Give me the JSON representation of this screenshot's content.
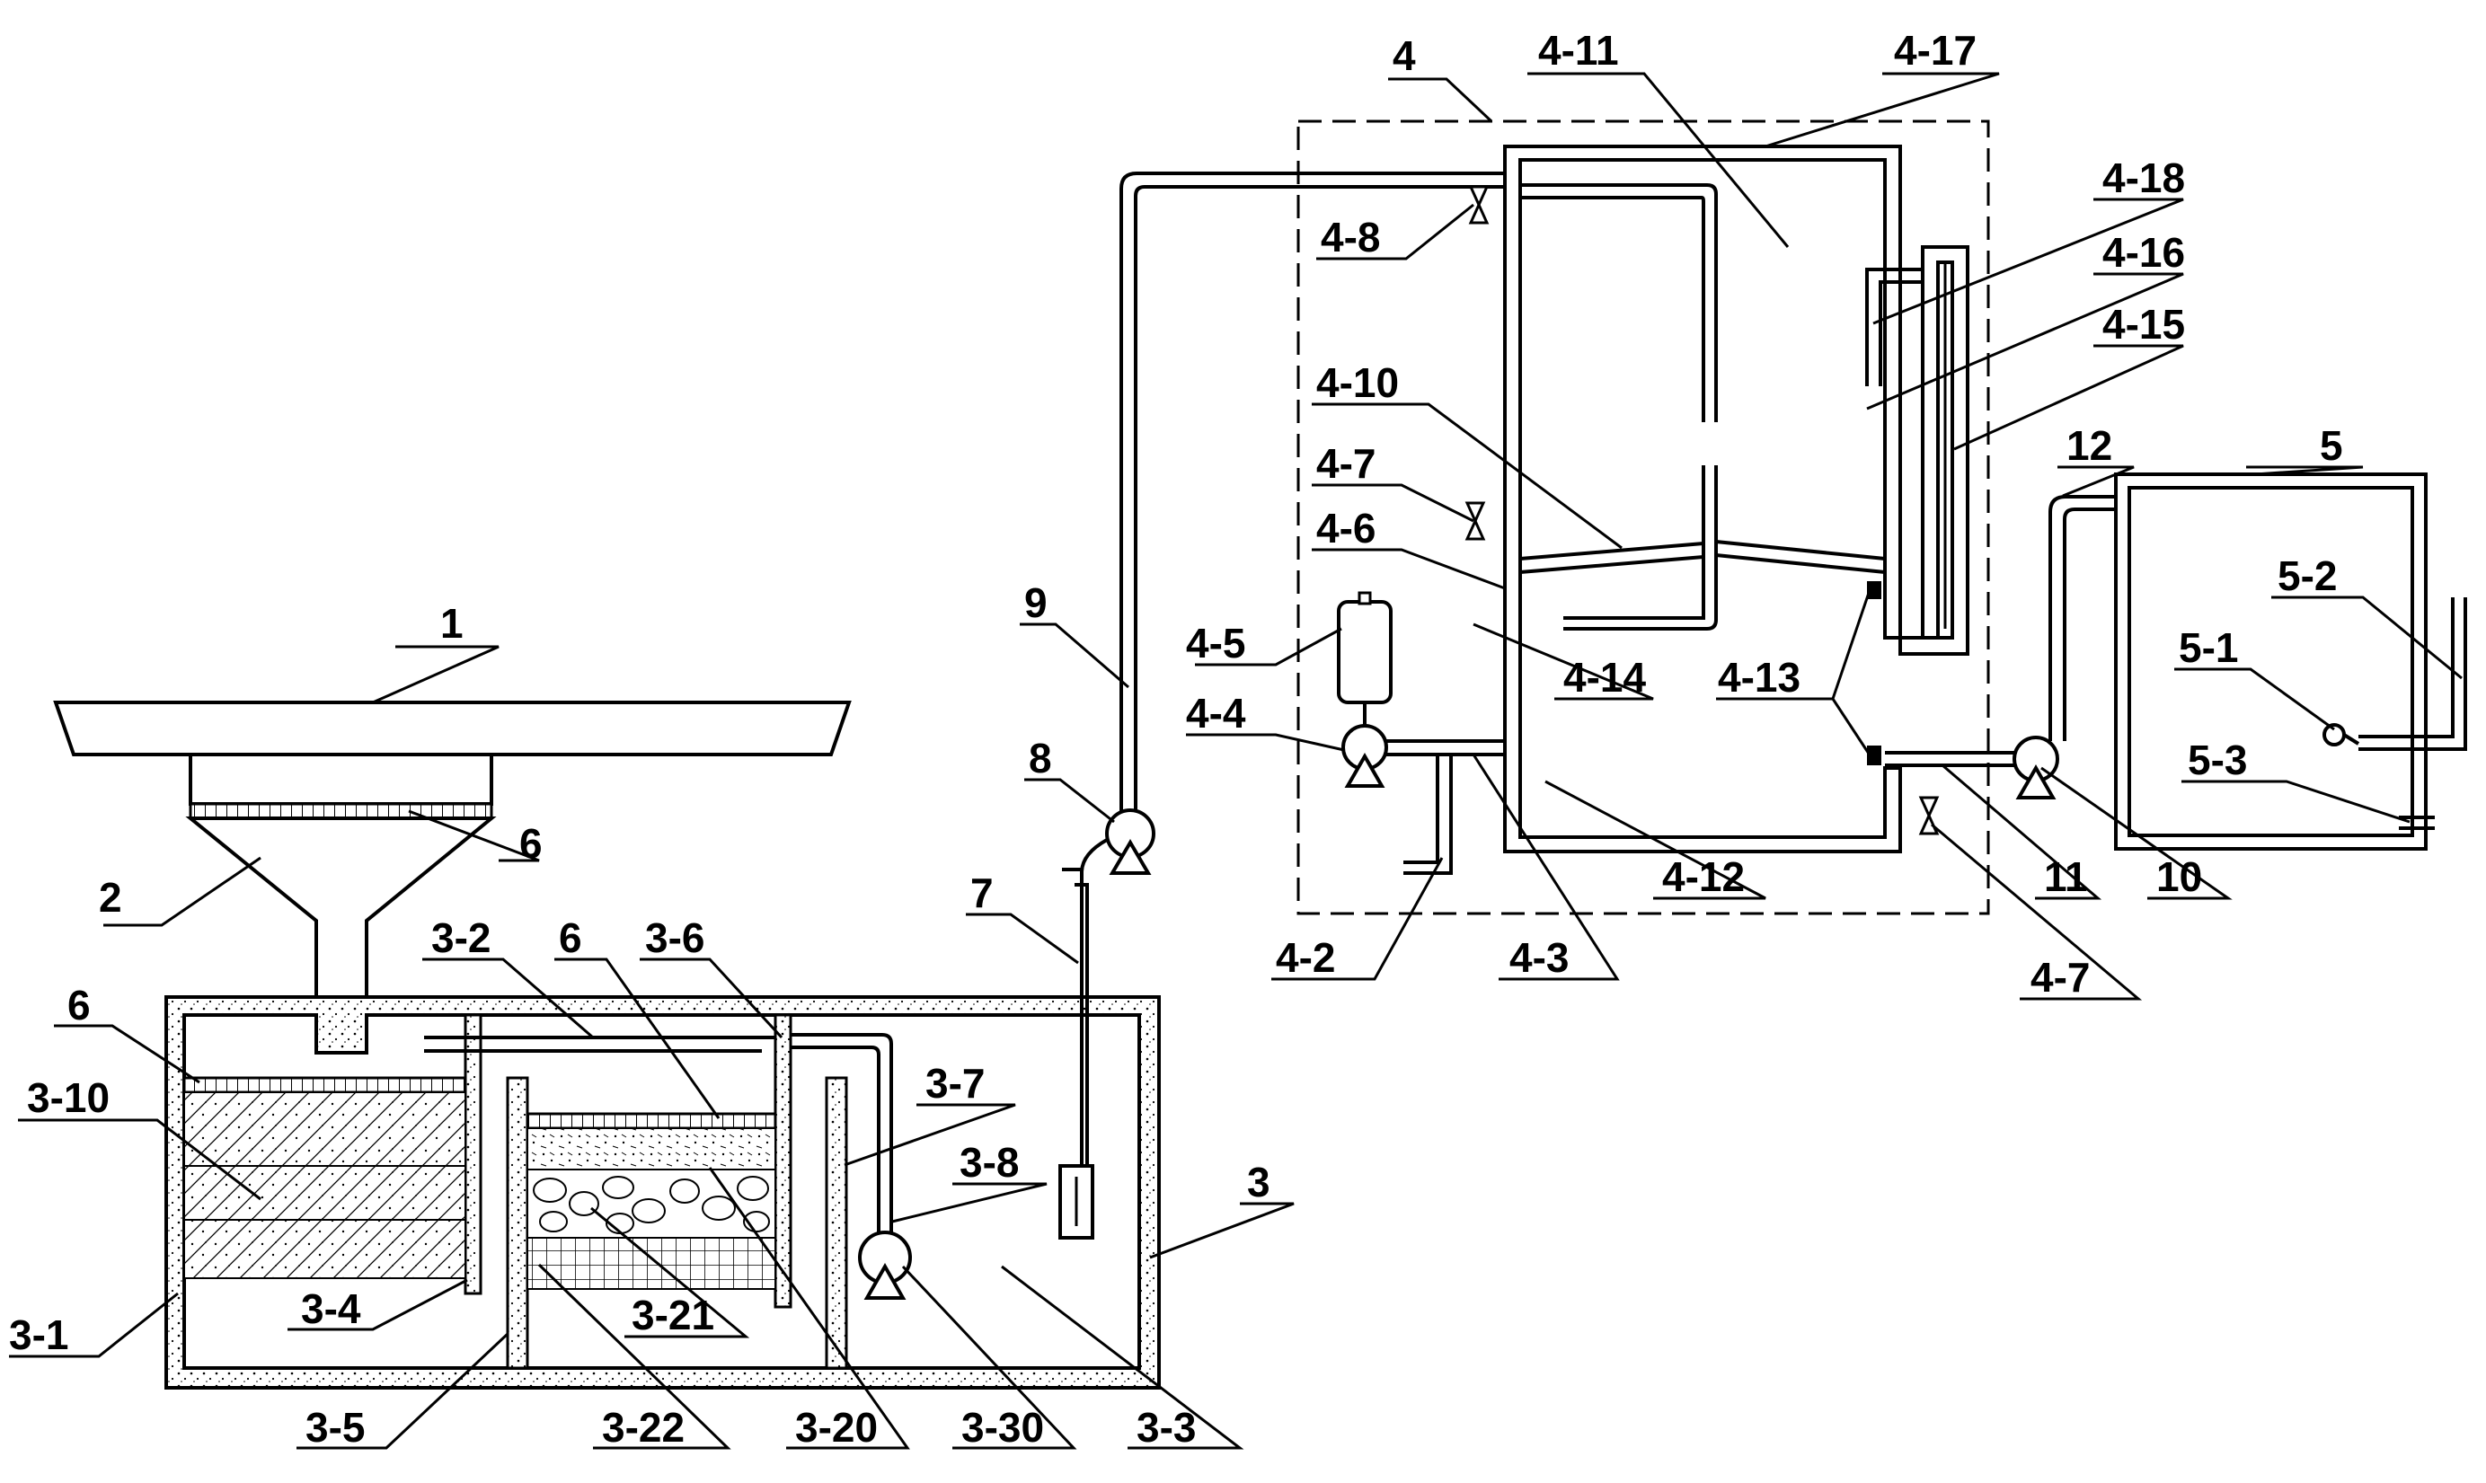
{
  "labels": {
    "l1": "1",
    "l2": "2",
    "l3": "3",
    "l3_1": "3-1",
    "l3_2": "3-2",
    "l3_3": "3-3",
    "l3_4": "3-4",
    "l3_5": "3-5",
    "l3_6": "3-6",
    "l3_7": "3-7",
    "l3_8": "3-8",
    "l3_10": "3-10",
    "l3_20": "3-20",
    "l3_21": "3-21",
    "l3_22": "3-22",
    "l3_30": "3-30",
    "l4": "4",
    "l4_2": "4-2",
    "l4_3": "4-3",
    "l4_4": "4-4",
    "l4_5": "4-5",
    "l4_6": "4-6",
    "l4_7a": "4-7",
    "l4_7b": "4-7",
    "l4_8": "4-8",
    "l4_10": "4-10",
    "l4_11": "4-11",
    "l4_12": "4-12",
    "l4_13": "4-13",
    "l4_14": "4-14",
    "l4_15": "4-15",
    "l4_16": "4-16",
    "l4_17": "4-17",
    "l4_18": "4-18",
    "l5": "5",
    "l5_1": "5-1",
    "l5_2": "5-2",
    "l5_3": "5-3",
    "l6a": "6",
    "l6b": "6",
    "l6c": "6",
    "l7": "7",
    "l8": "8",
    "l9": "9",
    "l10": "10",
    "l11": "11",
    "l12": "12"
  }
}
